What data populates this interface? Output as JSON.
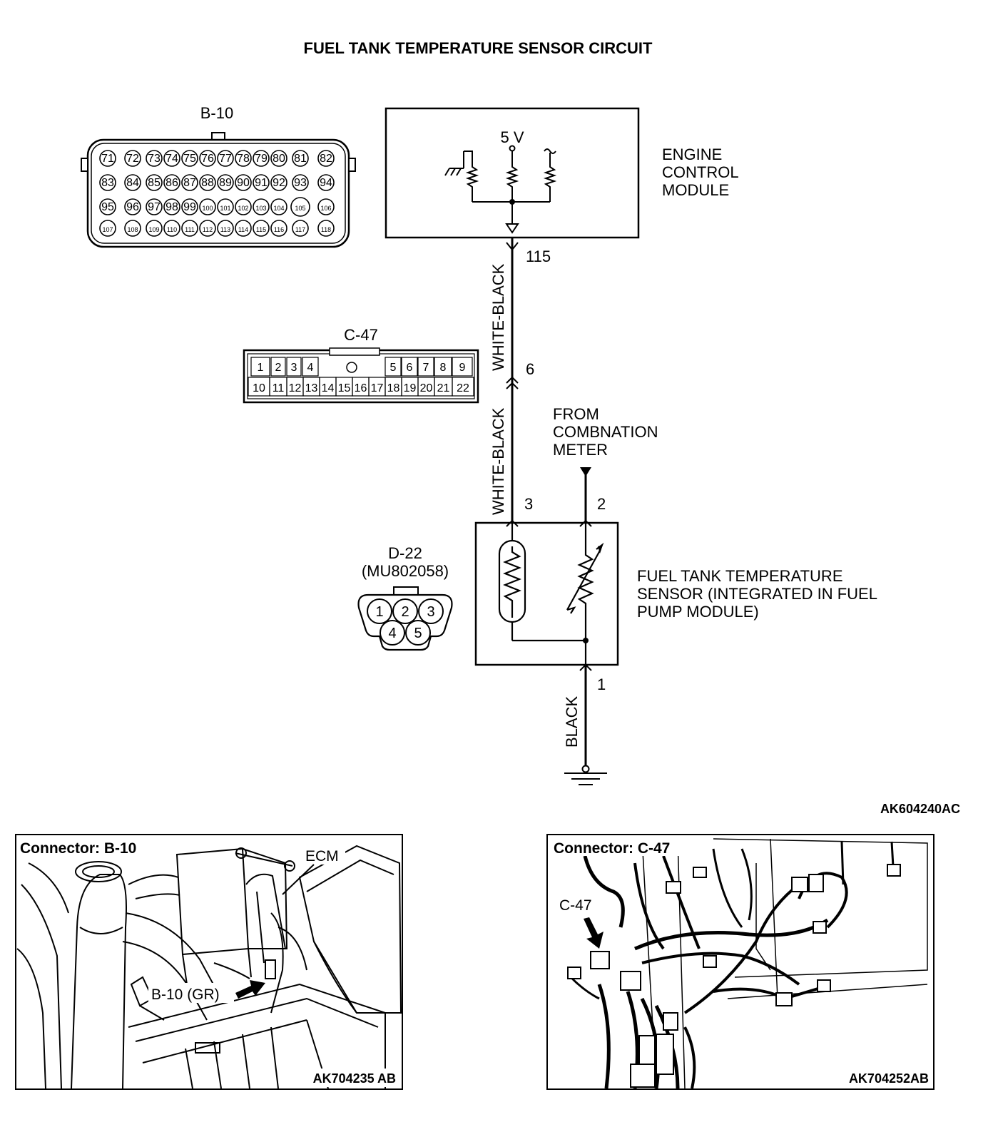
{
  "title": "FUEL TANK TEMPERATURE SENSOR CIRCUIT",
  "connector_b10": {
    "name": "B-10",
    "pins_row1": [
      "71",
      "72",
      "73",
      "74",
      "75",
      "76",
      "77",
      "78",
      "79",
      "80",
      "81",
      "82"
    ],
    "pins_row2": [
      "83",
      "84",
      "85",
      "86",
      "87",
      "88",
      "89",
      "90",
      "91",
      "92",
      "93",
      "94"
    ],
    "pins_row3": [
      "95",
      "96",
      "97",
      "98",
      "99",
      "100",
      "101",
      "102",
      "103",
      "104",
      "105",
      "106"
    ],
    "pins_row4": [
      "107",
      "108",
      "109",
      "110",
      "111",
      "112",
      "113",
      "114",
      "115",
      "116",
      "117",
      "118"
    ]
  },
  "connector_c47": {
    "name": "C-47",
    "pins_top": [
      "1",
      "2",
      "3",
      "4",
      "5",
      "6",
      "7",
      "8",
      "9"
    ],
    "pins_bottom": [
      "10",
      "11",
      "12",
      "13",
      "14",
      "15",
      "16",
      "17",
      "18",
      "19",
      "20",
      "21",
      "22"
    ]
  },
  "connector_d22": {
    "name": "D-22",
    "part_number": "(MU802058)",
    "pins_top": [
      "1",
      "2",
      "3"
    ],
    "pins_bottom": [
      "4",
      "5"
    ]
  },
  "ecm": {
    "label_line1": "ENGINE",
    "label_line2": "CONTROL",
    "label_line3": "MODULE",
    "voltage": "5 V"
  },
  "wires": {
    "ecm_pin": "115",
    "c47_pin": "6",
    "wire_color_upper": "WHITE-BLACK",
    "wire_color_lower": "WHITE-BLACK",
    "ground_wire_color": "BLACK"
  },
  "combination_meter": {
    "line1": "FROM",
    "line2": "COMBNATION",
    "line3": "METER"
  },
  "sensor": {
    "pin_3": "3",
    "pin_2": "2",
    "pin_1": "1",
    "label_line1": "FUEL TANK TEMPERATURE",
    "label_line2": "SENSOR (INTEGRATED IN FUEL",
    "label_line3": "PUMP MODULE)"
  },
  "diagram_code": "AK604240AC",
  "photo_left": {
    "caption": "Connector: B-10",
    "ecm_label": "ECM",
    "connector_label": "B-10 (GR)",
    "code": "AK704235 AB"
  },
  "photo_right": {
    "caption": "Connector: C-47",
    "connector_label": "C-47",
    "code": "AK704252AB"
  }
}
